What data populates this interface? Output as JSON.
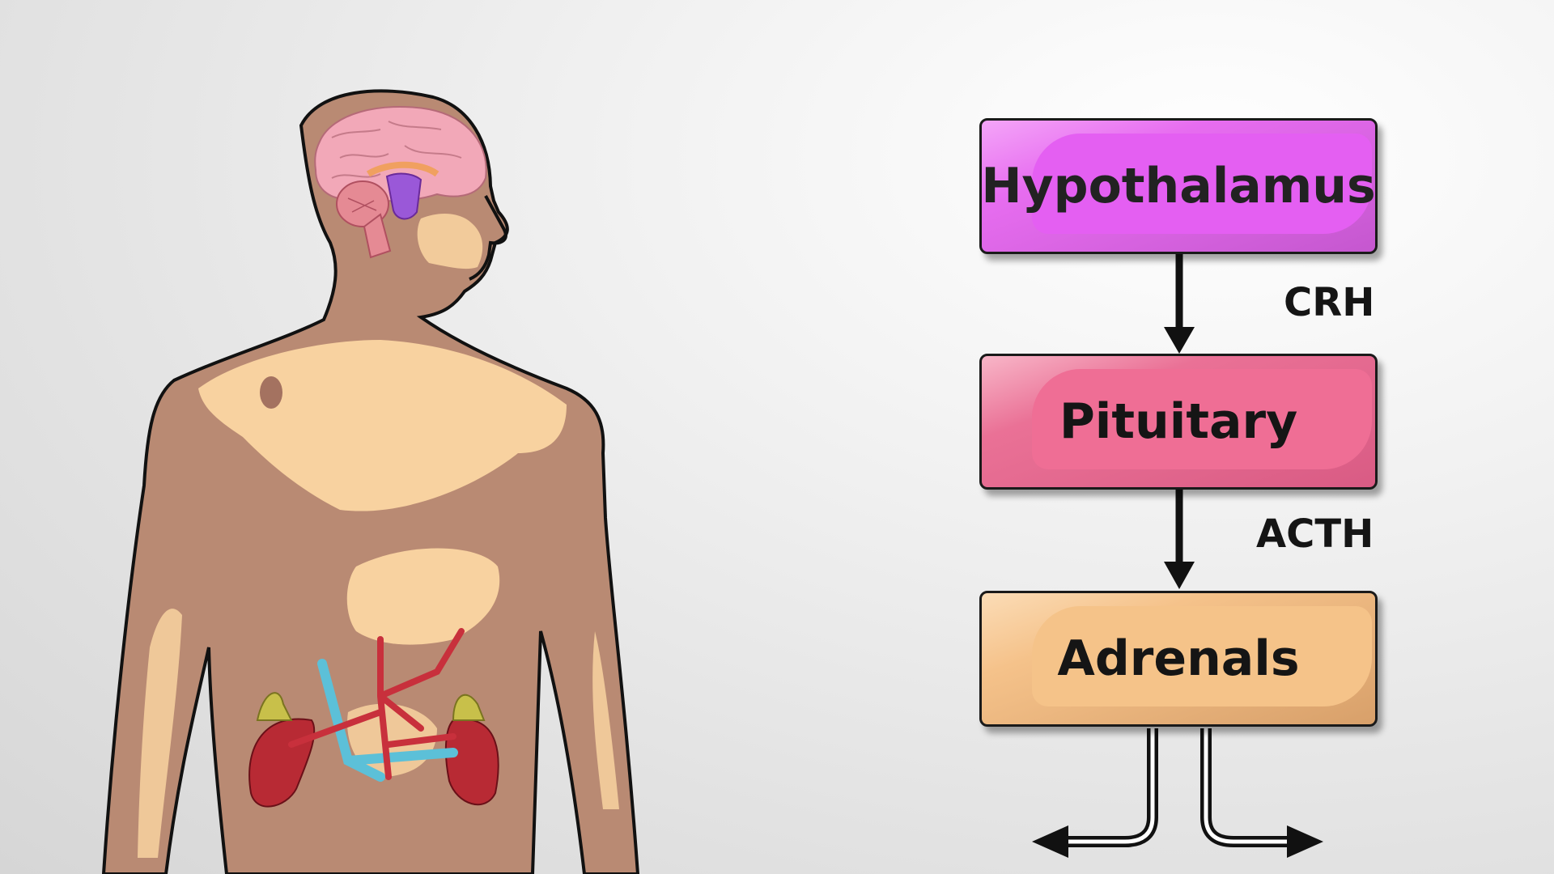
{
  "diagram": {
    "nodes": [
      {
        "id": "hypothalamus",
        "label": "Hypothalamus",
        "color": "#e45ff2"
      },
      {
        "id": "pituitary",
        "label": "Pituitary",
        "color": "#ef6e95"
      },
      {
        "id": "adrenals",
        "label": "Adrenals",
        "color": "#f5c389"
      }
    ],
    "edges": [
      {
        "from": "hypothalamus",
        "to": "pituitary",
        "label": "CRH"
      },
      {
        "from": "pituitary",
        "to": "adrenals",
        "label": "ACTH"
      }
    ],
    "outputs": [
      "left-arrow",
      "right-arrow"
    ]
  },
  "illustration": {
    "subject": "human torso silhouette",
    "skin_color": "#b98a73",
    "highlight_color": "#f8d2a0",
    "organs": [
      "brain",
      "adrenal glands",
      "kidneys",
      "blood vessels"
    ]
  }
}
